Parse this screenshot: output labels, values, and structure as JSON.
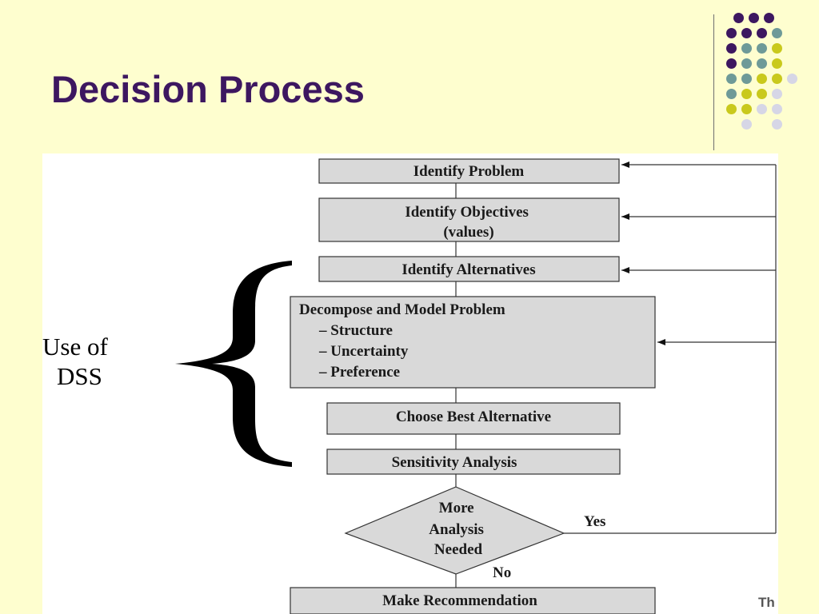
{
  "slide": {
    "title": "Decision Process",
    "corner_text": "Th"
  },
  "diagram": {
    "side_label": [
      "Use of",
      "DSS"
    ],
    "nodes": {
      "identify_problem": [
        "Identify Problem"
      ],
      "identify_objectives": [
        "Identify Objectives",
        "(values)"
      ],
      "identify_alternatives": [
        "Identify Alternatives"
      ],
      "decompose": [
        "Decompose and Model Problem",
        "– Structure",
        "– Uncertainty",
        "– Preference"
      ],
      "choose_best": [
        "Choose Best Alternative"
      ],
      "sensitivity": [
        "Sensitivity Analysis"
      ],
      "decision": [
        "More",
        "Analysis",
        "Needed"
      ],
      "make_recommendation": [
        "Make Recommendation"
      ]
    },
    "edge_labels": {
      "yes": "Yes",
      "no": "No"
    }
  },
  "theme": {
    "background": "#fefecf",
    "title_color": "#3d1760",
    "box_fill": "#d9d9d9",
    "box_stroke": "#333333",
    "dot_colors": {
      "purple": "#3d1760",
      "teal": "#6e9a98",
      "yellow": "#c9c91c",
      "lavender": "#d6d6e6"
    }
  }
}
